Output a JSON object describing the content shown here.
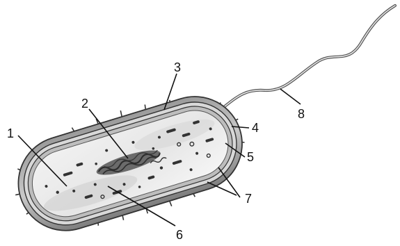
{
  "diagram": {
    "labels": [
      {
        "id": "nucleoid-region-left",
        "text": "1"
      },
      {
        "id": "nucleoid",
        "text": "2"
      },
      {
        "id": "membrane-top",
        "text": "3"
      },
      {
        "id": "cell-wall",
        "text": "4"
      },
      {
        "id": "capsule",
        "text": "5"
      },
      {
        "id": "ribosomes",
        "text": "6"
      },
      {
        "id": "pili",
        "text": "7"
      },
      {
        "id": "flagellum",
        "text": "8"
      }
    ]
  }
}
